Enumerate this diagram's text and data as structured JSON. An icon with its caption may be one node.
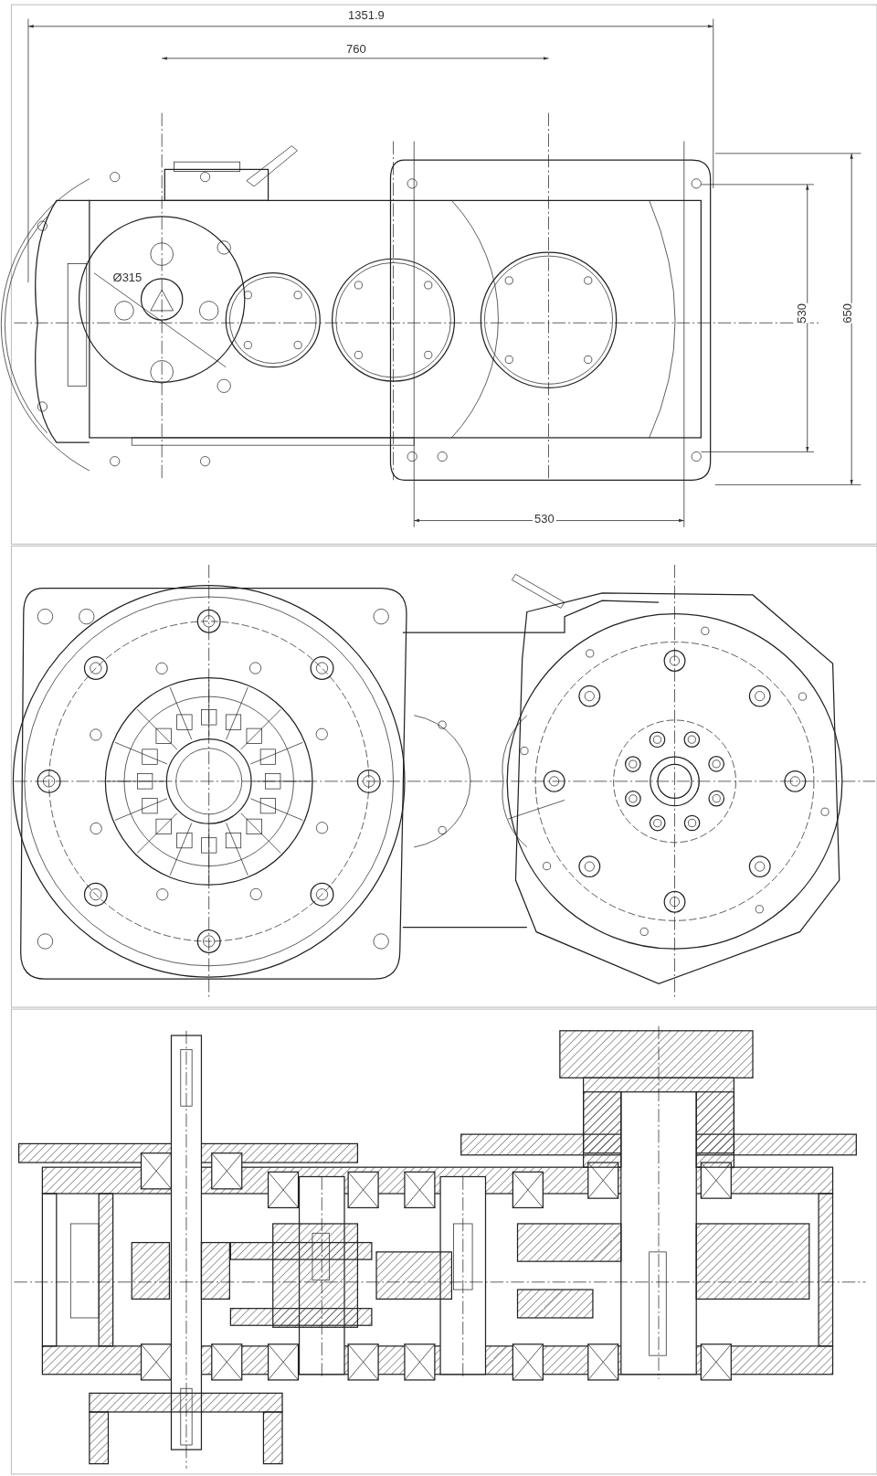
{
  "diagram": {
    "labels": [
      "1351.9",
      "760",
      "Ø315",
      "530",
      "650",
      "530"
    ]
  }
}
